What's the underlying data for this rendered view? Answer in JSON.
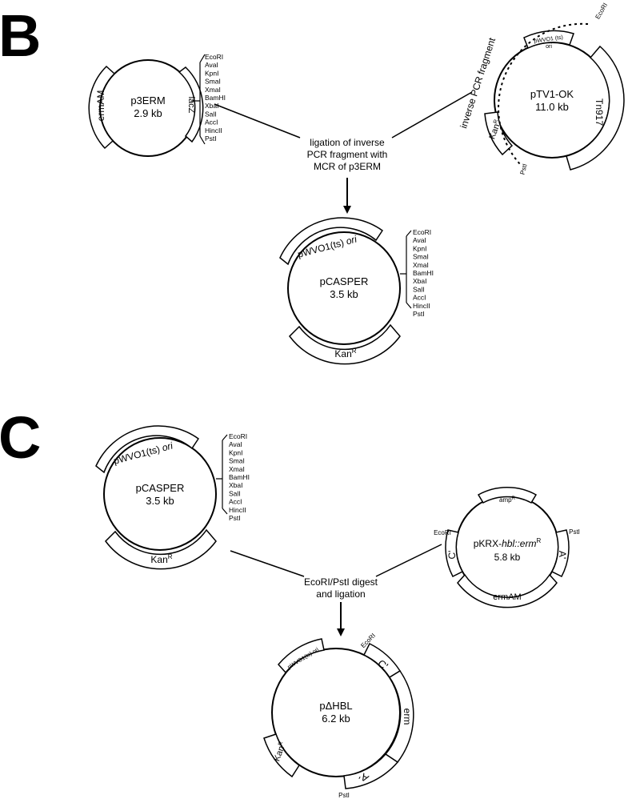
{
  "panel_b": {
    "letter": "B",
    "p3erm": {
      "name": "p3ERM",
      "size": "2.9 kb",
      "ermam": "ermAM",
      "lacz": "lacZ"
    },
    "mcr_sites": [
      "EcoRI",
      "AvaI",
      "KpnI",
      "SmaI",
      "XmaI",
      "BamHI",
      "XbaI",
      "SalI",
      "AccI",
      "HincII",
      "PstI"
    ],
    "ptv1ok": {
      "name": "pTV1-OK",
      "size": "11.0 kb",
      "ori": "pWVO1 (ts)",
      "ori2": "ori",
      "kan": "Kan",
      "kan_sup": "R",
      "tn": "Tn917",
      "ecori": "EcoRI",
      "psti": "PstI",
      "fragment": "inverse PCR fragment"
    },
    "step": [
      "ligation of inverse",
      "PCR fragment with",
      "MCR of p3ERM"
    ],
    "pcasper": {
      "name": "pCASPER",
      "size": "3.5 kb",
      "ori": "pWVO1(ts) ",
      "ori_italic": "ori",
      "kan": "Kan",
      "kan_sup": "R"
    }
  },
  "panel_c": {
    "letter": "C",
    "pcasper": {
      "name": "pCASPER",
      "size": "3.5 kb",
      "ori": "pWVO1(ts) ",
      "ori_italic": "ori",
      "kan": "Kan",
      "kan_sup": "R"
    },
    "pkrx": {
      "name_prefix": "pKRX-",
      "name_italic": "hbl::erm",
      "name_sup": "R",
      "size": "5.8 kb",
      "amp": "amp",
      "amp_sup": "R",
      "ecori": "EcoRI",
      "psti": "PstI",
      "c_prime": "C'",
      "a_prime": "A'",
      "ermam": "ermAM"
    },
    "step": [
      "EcoRI/PstI digest",
      "and ligation"
    ],
    "phbl": {
      "name": "pΔHBL",
      "size": "6.2 kb",
      "ori": "pWVO1(ts) ori",
      "ecori": "EcoRI",
      "psti": "PstI",
      "c_prime": "C'",
      "a_prime": "A'",
      "erm": "erm",
      "kan": "Kan",
      "kan_sup": "R"
    }
  }
}
